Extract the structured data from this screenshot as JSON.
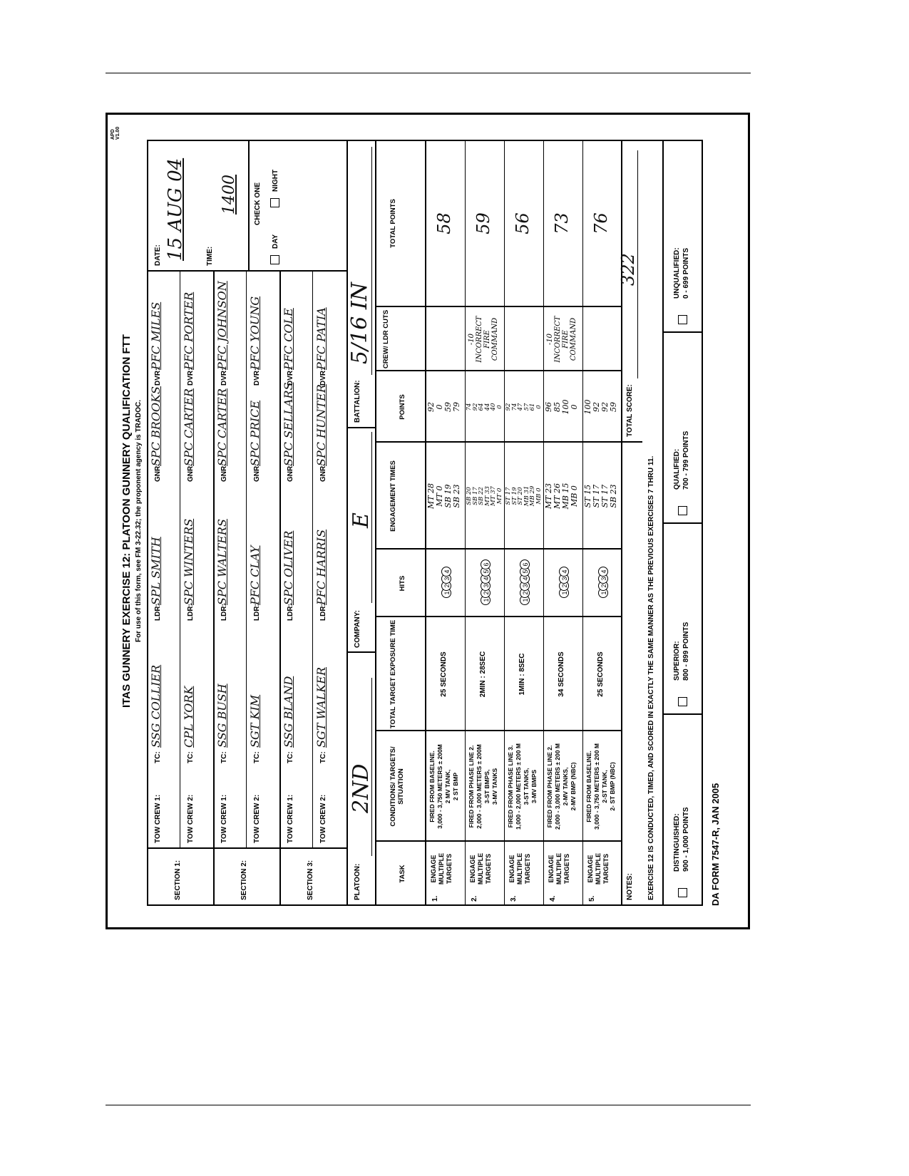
{
  "form": {
    "title": "ITAS GUNNERY EXERCISE 12:  PLATOON GUNNERY QUALIFICATION FTT",
    "subtitle": "For use of this form, see FM 3-22.32; the proponent agency is TRADOC.",
    "code": "APD V1.00",
    "footer": "DA FORM 7547-R, JAN 2005"
  },
  "labels": {
    "tow_crew_1": "TOW CREW 1:",
    "tow_crew_2": "TOW CREW 2:",
    "tc": "TC:",
    "ldr": "LDR:",
    "gnr": "GNR:",
    "dvr": "DVR:",
    "date": "DATE:",
    "time": "TIME:",
    "check_one": "CHECK ONE",
    "day": "DAY",
    "night": "NIGHT",
    "platoon": "PLATOON:",
    "company": "COMPANY:",
    "battalion": "BATTALION:",
    "task": "TASK",
    "conditions": "CONDITIONS/ TARGETS/ SITUATION",
    "exposure": "TOTAL TARGET EXPOSURE TIME",
    "hits": "HITS",
    "engagement": "ENGAGEMENT TIMES",
    "points": "POINTS",
    "crew_cuts": "CREW/ LDR CUTS",
    "total_points": "TOTAL POINTS",
    "notes": "NOTES:",
    "total_score": "TOTAL SCORE:",
    "note_text": "EXERCISE 12 IS CONDUCTED, TIMED, AND SCORED IN EXACTLY THE SAME MANNER AS THE PREVIOUS EXERCISES 7 THRU 11."
  },
  "sections": [
    {
      "label": "SECTION 1:",
      "crews": [
        {
          "tc": "SSG COLLIER",
          "ldr": "SPL SMITH",
          "gnr": "SPC BROOKS",
          "dvr": "PFC MILES"
        },
        {
          "tc": "CPL YORK",
          "ldr": "SPC WINTERS",
          "gnr": "SPC CARTER",
          "dvr": "PFC PORTER"
        }
      ]
    },
    {
      "label": "SECTION 2:",
      "crews": [
        {
          "tc": "SSG BUSH",
          "ldr": "SPC WALTERS",
          "gnr": "SPC CARTER",
          "dvr": "PFC JOHNSON"
        },
        {
          "tc": "SGT KIM",
          "ldr": "PFC CLAY",
          "gnr": "SPC PRICE",
          "dvr": "PFC YOUNG"
        }
      ]
    },
    {
      "label": "SECTION 3:",
      "crews": [
        {
          "tc": "SSG BLAND",
          "ldr": "SPC OLIVER",
          "gnr": "SPC SELLARS",
          "dvr": "PFC COLE"
        },
        {
          "tc": "SGT WALKER",
          "ldr": "PFC HARRIS",
          "gnr": "SPC HUNTER",
          "dvr": "PFC PATIA"
        }
      ]
    }
  ],
  "date_value": "15 AUG 04",
  "time_value": "1400",
  "platoon_value": "2ND",
  "company_value": "E",
  "battalion_value": "5/16 IN",
  "tasks": [
    {
      "num": "1.",
      "task": "ENGAGE MULTIPLE TARGETS",
      "cond": [
        "FIRED FROM BASELINE.",
        "3,000 - 3,750 METERS ± 200M",
        "2 MV TANK,",
        "2 ST BMP"
      ],
      "exposure": "25 SECONDS",
      "hits": [
        "1",
        "2",
        "3",
        "4"
      ],
      "times": [
        "MT 28",
        "MT 0",
        "SB 19",
        "SB 23"
      ],
      "points": [
        "92",
        "0",
        "59",
        "79"
      ],
      "cuts": [],
      "total": "58"
    },
    {
      "num": "2.",
      "task": "ENGAGE MULTIPLE TARGETS",
      "cond": [
        "FIRED FROM PHASE LINE 2.",
        "2,000 - 3,000 METERS ± 200M",
        "3-ST BMPS,",
        "3-MV TANKS"
      ],
      "exposure": "2MIN : 28SEC",
      "hits": [
        "1",
        "2",
        "3",
        "4",
        "5",
        "6"
      ],
      "times": [
        "SB 20",
        "SB 17",
        "SB 22",
        "MT 33",
        "MT 37",
        "MT 0"
      ],
      "points": [
        "74",
        "92",
        "64",
        "44",
        "40",
        "0"
      ],
      "cuts": [
        "-10",
        "INCORRECT",
        "FIRE",
        "COMMAND"
      ],
      "total": "59"
    },
    {
      "num": "3.",
      "task": "ENGAGE MULTIPLE TARGETS",
      "cond": [
        "FIRED FROM PHASE LINE 3.",
        "1,000 - 2,000 METERS ± 200 M",
        "3-ST TANKS,",
        "3-MV BMPS"
      ],
      "exposure": "1MIN : 8SEC",
      "hits": [
        "1",
        "2",
        "3",
        "4",
        "5",
        "6"
      ],
      "times": [
        "ST 17",
        "ST 19",
        "ST 20",
        "MB 31",
        "MB 29",
        "MB 0"
      ],
      "points": [
        "92",
        "74",
        "47",
        "57",
        "61",
        "0"
      ],
      "cuts": [],
      "total": "56"
    },
    {
      "num": "4.",
      "task": "ENGAGE MULTIPLE TARGETS",
      "cond": [
        "FIRED FROM PHASE LINE 2.",
        "2,000 - 3,000 METERS ± 200 M",
        "2-MV TANKS,",
        "2-MV BMP (NBC)"
      ],
      "exposure": "34 SECONDS",
      "hits": [
        "1",
        "2",
        "3",
        "4"
      ],
      "times": [
        "MT 23",
        "MT 26",
        "MB 15",
        "MB 0"
      ],
      "points": [
        "96",
        "85",
        "100",
        "0"
      ],
      "cuts": [
        "-10",
        "INCORRECT",
        "FIRE",
        "COMMAND"
      ],
      "total": "73"
    },
    {
      "num": "5.",
      "task": "ENGAGE MULTIPLE TARGETS",
      "cond": [
        "FIRED FROM BASELINE.",
        "3,000 - 3,750 METERS ± 200 M",
        "2-ST TANK,",
        "2- ST BMP (NBC)"
      ],
      "exposure": "25 SECONDS",
      "hits": [
        "1",
        "2",
        "3",
        "4"
      ],
      "times": [
        "ST 15",
        "ST 17",
        "ST 17",
        "SB 23"
      ],
      "points": [
        "100",
        "92",
        "92",
        "59"
      ],
      "cuts": [],
      "total": "76"
    }
  ],
  "total_score": "322",
  "ratings": [
    {
      "label": "DISTINGUISHED:",
      "range": "900 - 1,000 POINTS"
    },
    {
      "label": "SUPERIOR:",
      "range": "800 - 899 POINTS"
    },
    {
      "label": "QUALIFIED:",
      "range": "700 - 799 POINTS"
    },
    {
      "label": "UNQUALIFIED:",
      "range": "0 - 699 POINTS"
    }
  ]
}
